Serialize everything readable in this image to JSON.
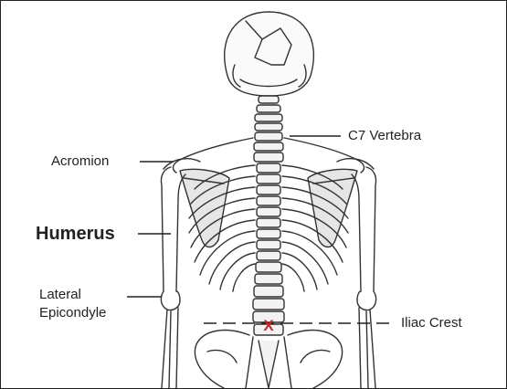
{
  "diagram": {
    "labels": {
      "c7": "C7 Vertebra",
      "acromion": "Acromion",
      "humerus": "Humerus",
      "lateral_epicondyle_line1": "Lateral",
      "lateral_epicondyle_line2": "Epicondyle",
      "iliac_crest": "Iliac Crest"
    },
    "marker": "X",
    "colors": {
      "line": "#222222",
      "marker": "#d42020",
      "bone_outline": "#333333",
      "bone_shading": "#cfcfcf"
    }
  }
}
